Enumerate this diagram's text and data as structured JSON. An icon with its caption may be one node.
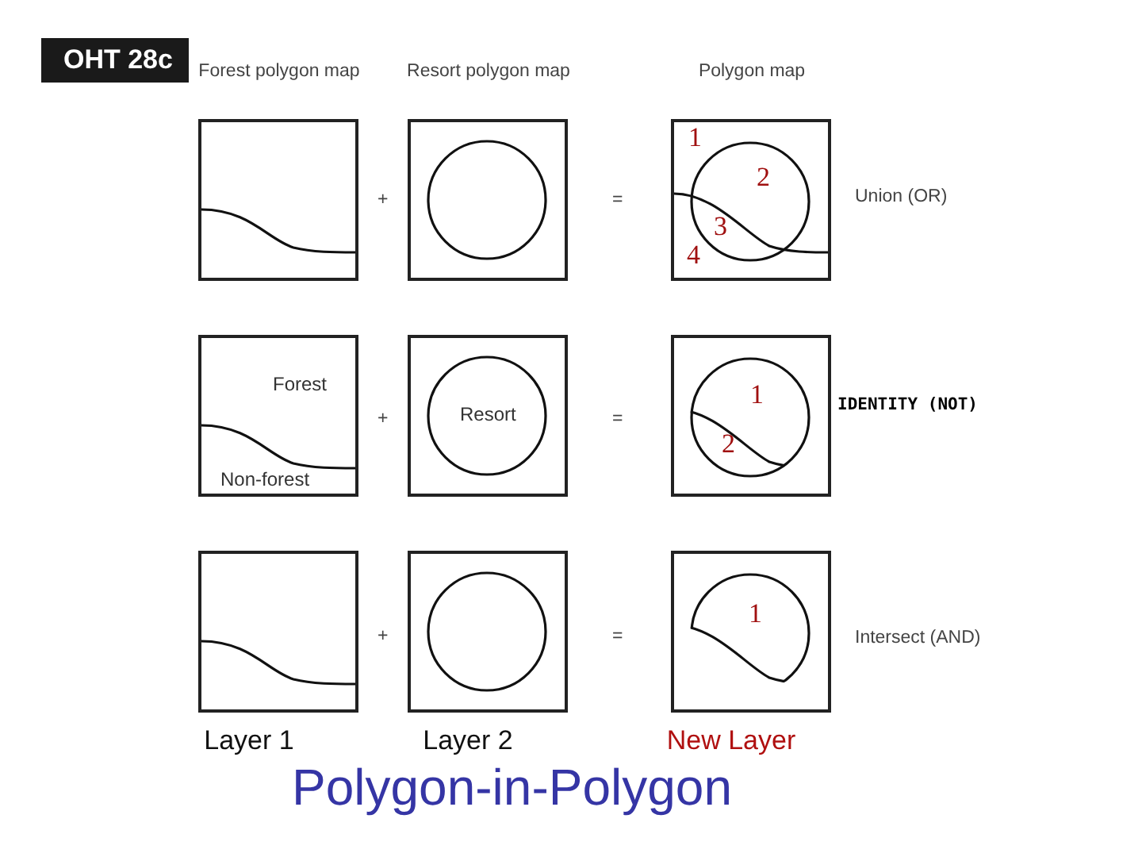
{
  "diagram": {
    "title": "Polygon-in-Polygon",
    "nodes": [
      {
        "text": [
          "Forest polygon map"
        ]
      },
      {
        "text": [
          "Resort polygon map"
        ]
      },
      {
        "text": [
          "Polygon map",
          "1",
          "2",
          "3",
          "4"
        ]
      },
      {
        "text": [
          "Forest",
          "Non-forest"
        ]
      },
      {
        "text": [
          "Resort"
        ]
      },
      {
        "text": [
          "1",
          "2"
        ]
      },
      {
        "text": [
          "Layer 1"
        ]
      },
      {
        "text": [
          "Layer 2"
        ]
      },
      {
        "text": [
          "1",
          "New Layer"
        ]
      }
    ],
    "labels": [
      "OHT 28c",
      "+",
      "=",
      "Union (OR)",
      "+",
      "=",
      "IDENTITY (NOT)",
      "+",
      "=",
      "Intersect (AND)"
    ]
  }
}
